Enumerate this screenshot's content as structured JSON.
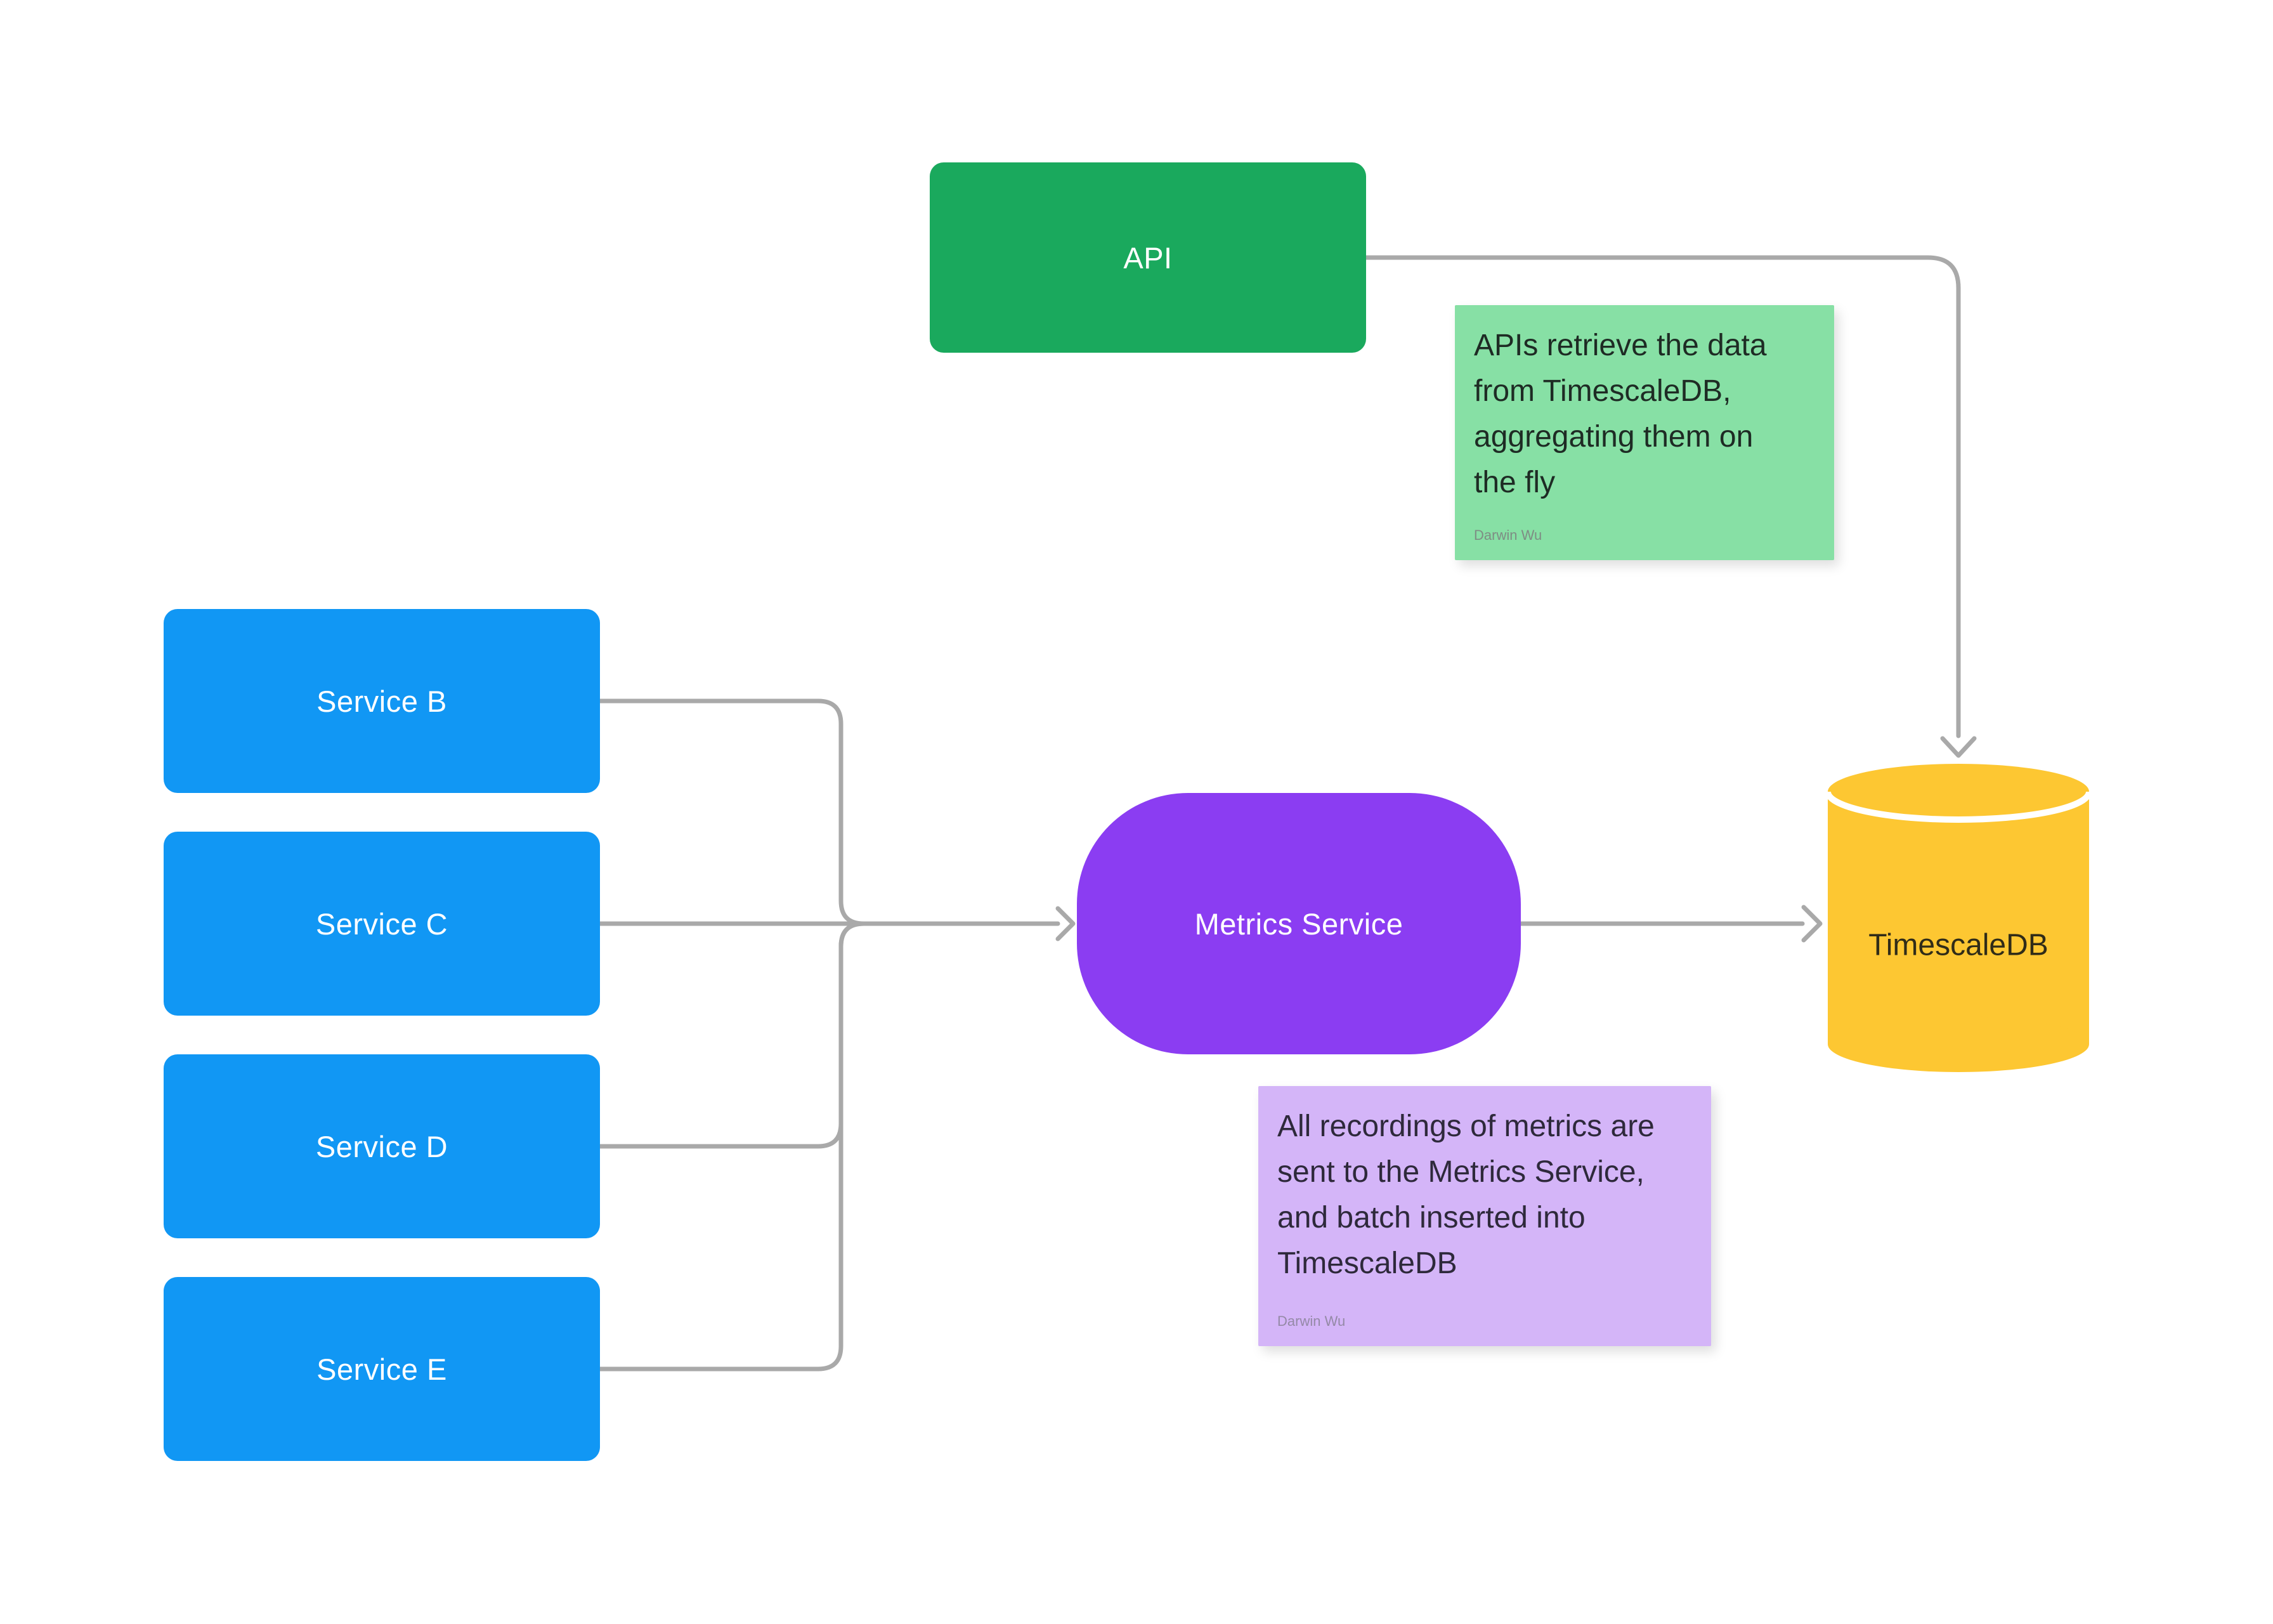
{
  "diagram": {
    "background": "#ffffff",
    "connector_color": "#a9a9a9",
    "nodes": {
      "api": {
        "label": "API",
        "fill": "#1aa95d",
        "text_color": "#ffffff",
        "shape": "rectangle"
      },
      "service_b": {
        "label": "Service B",
        "fill": "#1197f4",
        "text_color": "#ffffff",
        "shape": "rectangle"
      },
      "service_c": {
        "label": "Service C",
        "fill": "#1197f4",
        "text_color": "#ffffff",
        "shape": "rectangle"
      },
      "service_d": {
        "label": "Service D",
        "fill": "#1197f4",
        "text_color": "#ffffff",
        "shape": "rectangle"
      },
      "service_e": {
        "label": "Service E",
        "fill": "#1197f4",
        "text_color": "#ffffff",
        "shape": "rectangle"
      },
      "metrics_service": {
        "label": "Metrics Service",
        "fill": "#8b3df2",
        "text_color": "#ffffff",
        "shape": "rounded"
      },
      "timescaledb": {
        "label": "TimescaleDB",
        "fill": "#fdc732",
        "text_color": "#302c18",
        "shape": "cylinder"
      }
    },
    "notes": {
      "api_note": {
        "text": "APIs retrieve the data\nfrom TimescaleDB,\naggregating them on\nthe fly",
        "author": "Darwin Wu",
        "fill": "#87e0a5"
      },
      "metrics_note": {
        "text": "All recordings of metrics are\nsent to the Metrics Service,\nand batch inserted into\nTimescaleDB",
        "author": "Darwin Wu",
        "fill": "#d4b5f8"
      }
    },
    "connections": [
      {
        "from": "API",
        "to": "TimescaleDB"
      },
      {
        "from": "Service B",
        "to": "Metrics Service"
      },
      {
        "from": "Service C",
        "to": "Metrics Service"
      },
      {
        "from": "Service D",
        "to": "Metrics Service"
      },
      {
        "from": "Service E",
        "to": "Metrics Service"
      },
      {
        "from": "Metrics Service",
        "to": "TimescaleDB"
      }
    ]
  }
}
